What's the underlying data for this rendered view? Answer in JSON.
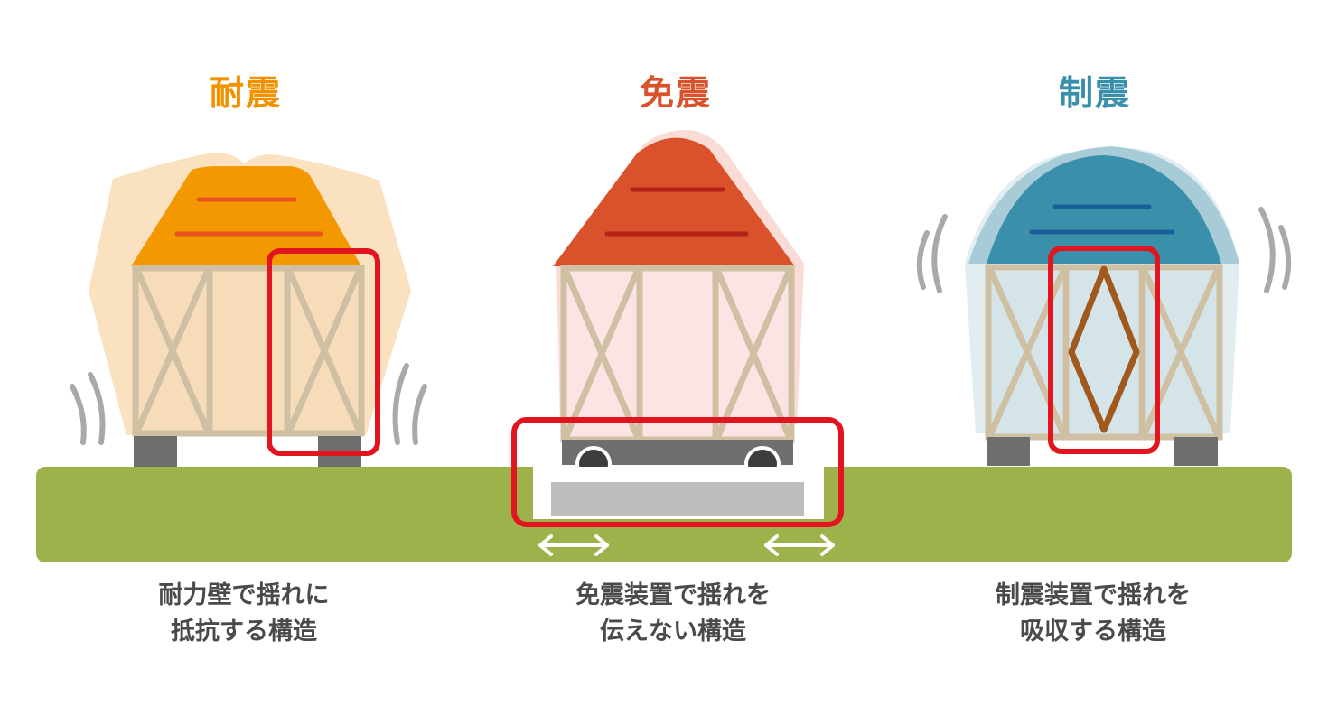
{
  "colors": {
    "ground": "#9db24a",
    "highlight": "#e2141f",
    "taishin": "#f29200",
    "menshin": "#d9522b",
    "seishin": "#3a8faa",
    "frame": "#cfc0a3",
    "foundation": "#6e6e6e",
    "caption": "#4a4a4a"
  },
  "sections": [
    {
      "title": "耐震",
      "color": "#f29200",
      "caption_line1": "耐力壁で揺れに",
      "caption_line2": "抵抗する構造"
    },
    {
      "title": "免震",
      "color": "#d9522b",
      "caption_line1": "免震装置で揺れを",
      "caption_line2": "伝えない構造"
    },
    {
      "title": "制震",
      "color": "#3a8faa",
      "caption_line1": "制震装置で揺れを",
      "caption_line2": "吸収する構造"
    }
  ]
}
